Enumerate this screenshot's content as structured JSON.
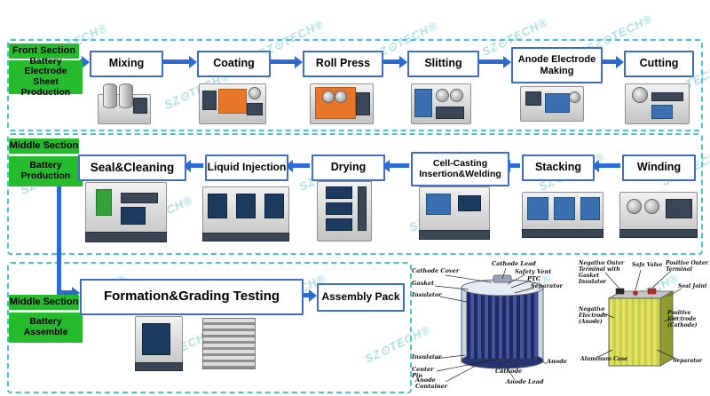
{
  "watermark": {
    "text": "SZ⊙TECH®"
  },
  "sections": [
    {
      "id": "front-section",
      "label_lines": [
        "Front Section",
        "Battery Electrode Sheet Production"
      ],
      "steps": [
        "Mixing",
        "Coating",
        "Roll Press",
        "Slitting",
        "Anode Electrode Making",
        "Cutting"
      ],
      "machine_images": [
        "mixing-machine",
        "coating-machine",
        "roll-press-machine",
        "slitting-machine",
        "anode-electrode-making-machine",
        "cutting-machine"
      ]
    },
    {
      "id": "middle-section-production",
      "label_lines": [
        "Middle Section",
        "Battery Production"
      ],
      "steps": [
        "Seal&Cleaning",
        "Liquid Injection",
        "Drying",
        "Cell-Casting Insertion&Welding",
        "Stacking",
        "Winding"
      ],
      "machine_images": [
        "seal-cleaning-machine",
        "liquid-injection-machine",
        "drying-oven",
        "cell-casting-machine",
        "stacking-machine",
        "winding-machine"
      ]
    },
    {
      "id": "middle-section-assemble",
      "label_lines": [
        "Middle Section",
        "Battery Assemble"
      ],
      "steps": [
        "Formation&Grading Testing",
        "Assembly Pack"
      ],
      "machine_images": [
        "formation-oven",
        "battery-rack"
      ]
    }
  ],
  "cylindrical_battery": {
    "labels": {
      "cathode_cover": "Cathode Cover",
      "gasket": "Gasket",
      "insulator_top": "Insulator",
      "cathode_lead": "Cathode Lead",
      "safety_vent": "Safety Vent",
      "ptc": "PTC",
      "separator": "Separator",
      "insulator_bottom": "Insulator",
      "center_pin": "Center Pin",
      "anode_container": "Anode Container",
      "cathode": "Cathode",
      "anode_lead": "Anode Lead",
      "anode": "Anode"
    }
  },
  "prismatic_battery": {
    "labels": {
      "negative_outer_terminal": "Negative Outer Terminal with Gasket Insulator",
      "safe_valve": "Safe Valve",
      "positive_outer_terminal": "Positive Outer Terminal",
      "seal_joint": "Seal Joint",
      "negative_electrode": "Negative Electrode (Anode)",
      "positive_electrode": "Positive Electrode (Cathode)",
      "aluminum_case": "Aluminum Case",
      "separator": "Separator"
    }
  },
  "colors": {
    "section_border": "#49c2d8",
    "label_green": "#25bb2d",
    "box_border": "#3e6cc9",
    "arrow_blue": "#2b6bd3"
  }
}
